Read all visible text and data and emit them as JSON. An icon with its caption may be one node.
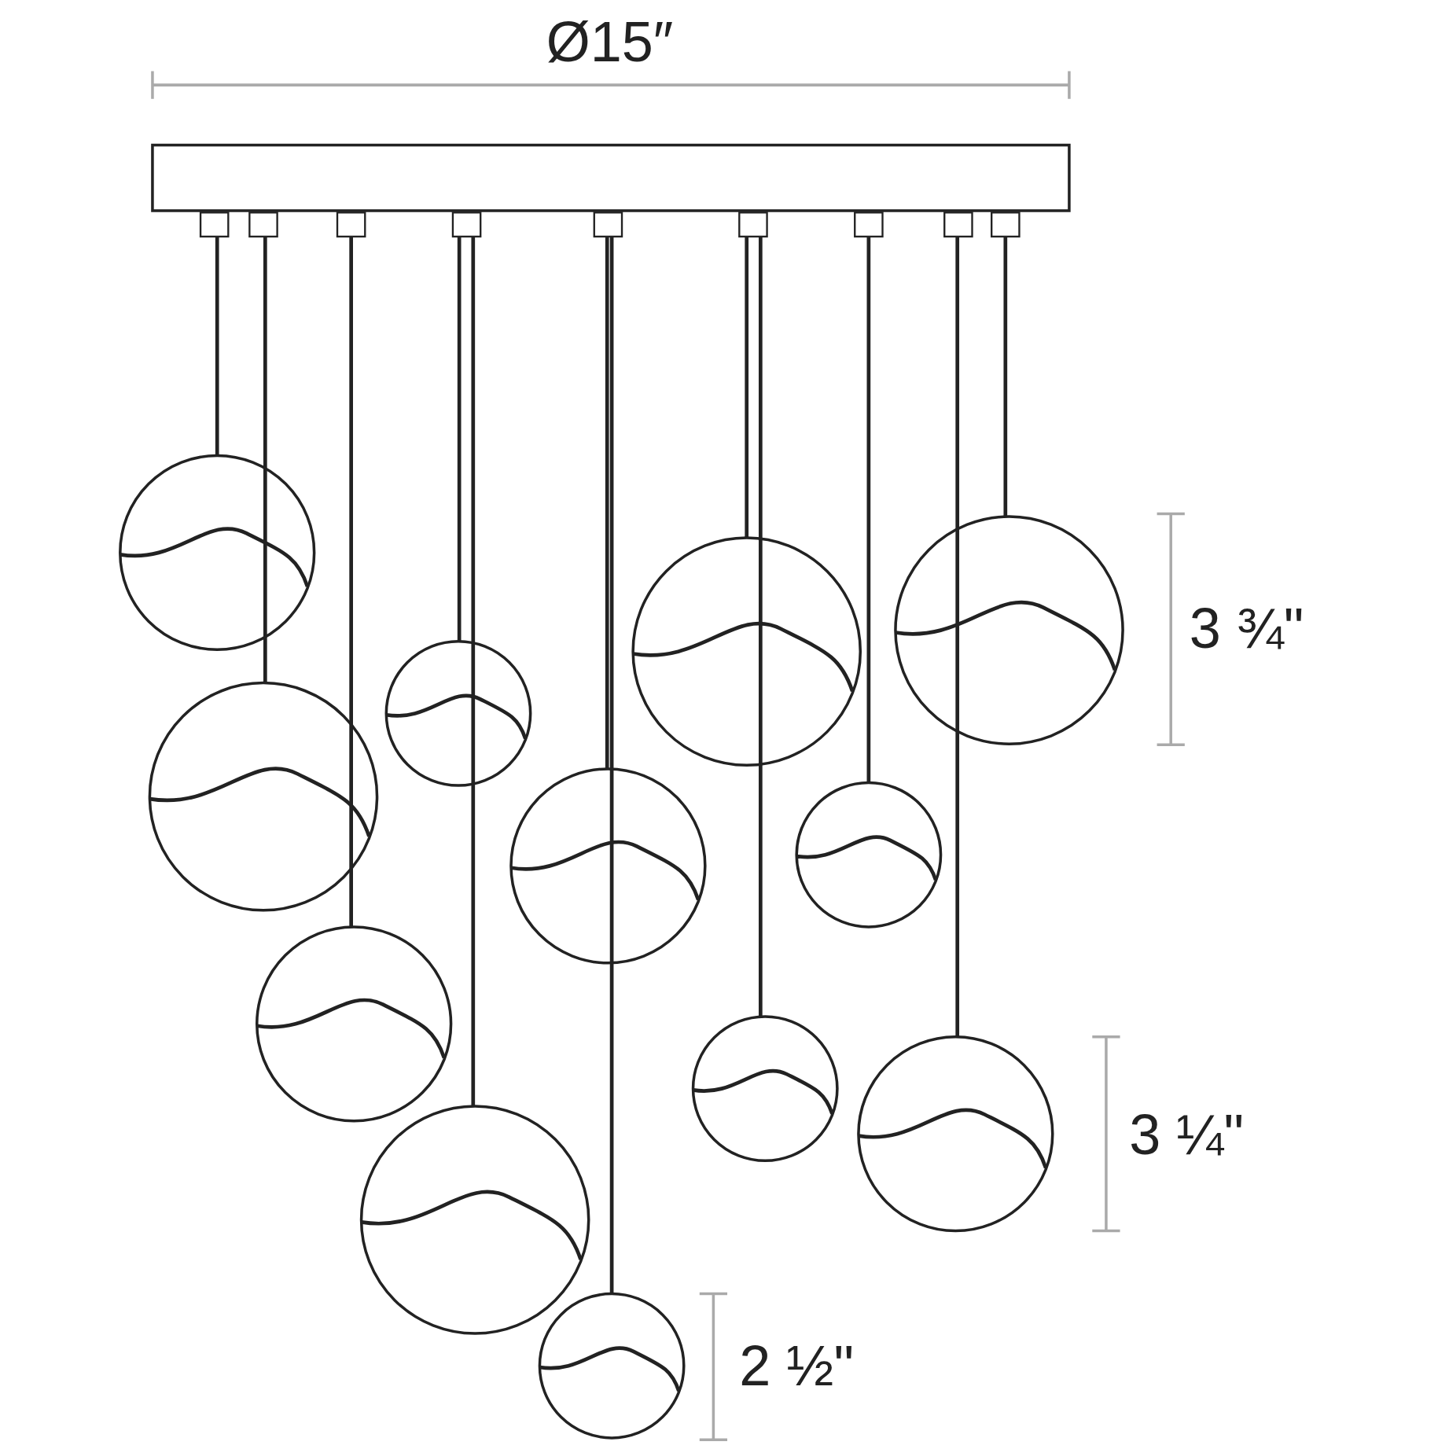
{
  "diagram": {
    "labels": [
      "Ø15″",
      "3 ¾\"",
      "3 ¼\"",
      "2 ½\""
    ]
  }
}
